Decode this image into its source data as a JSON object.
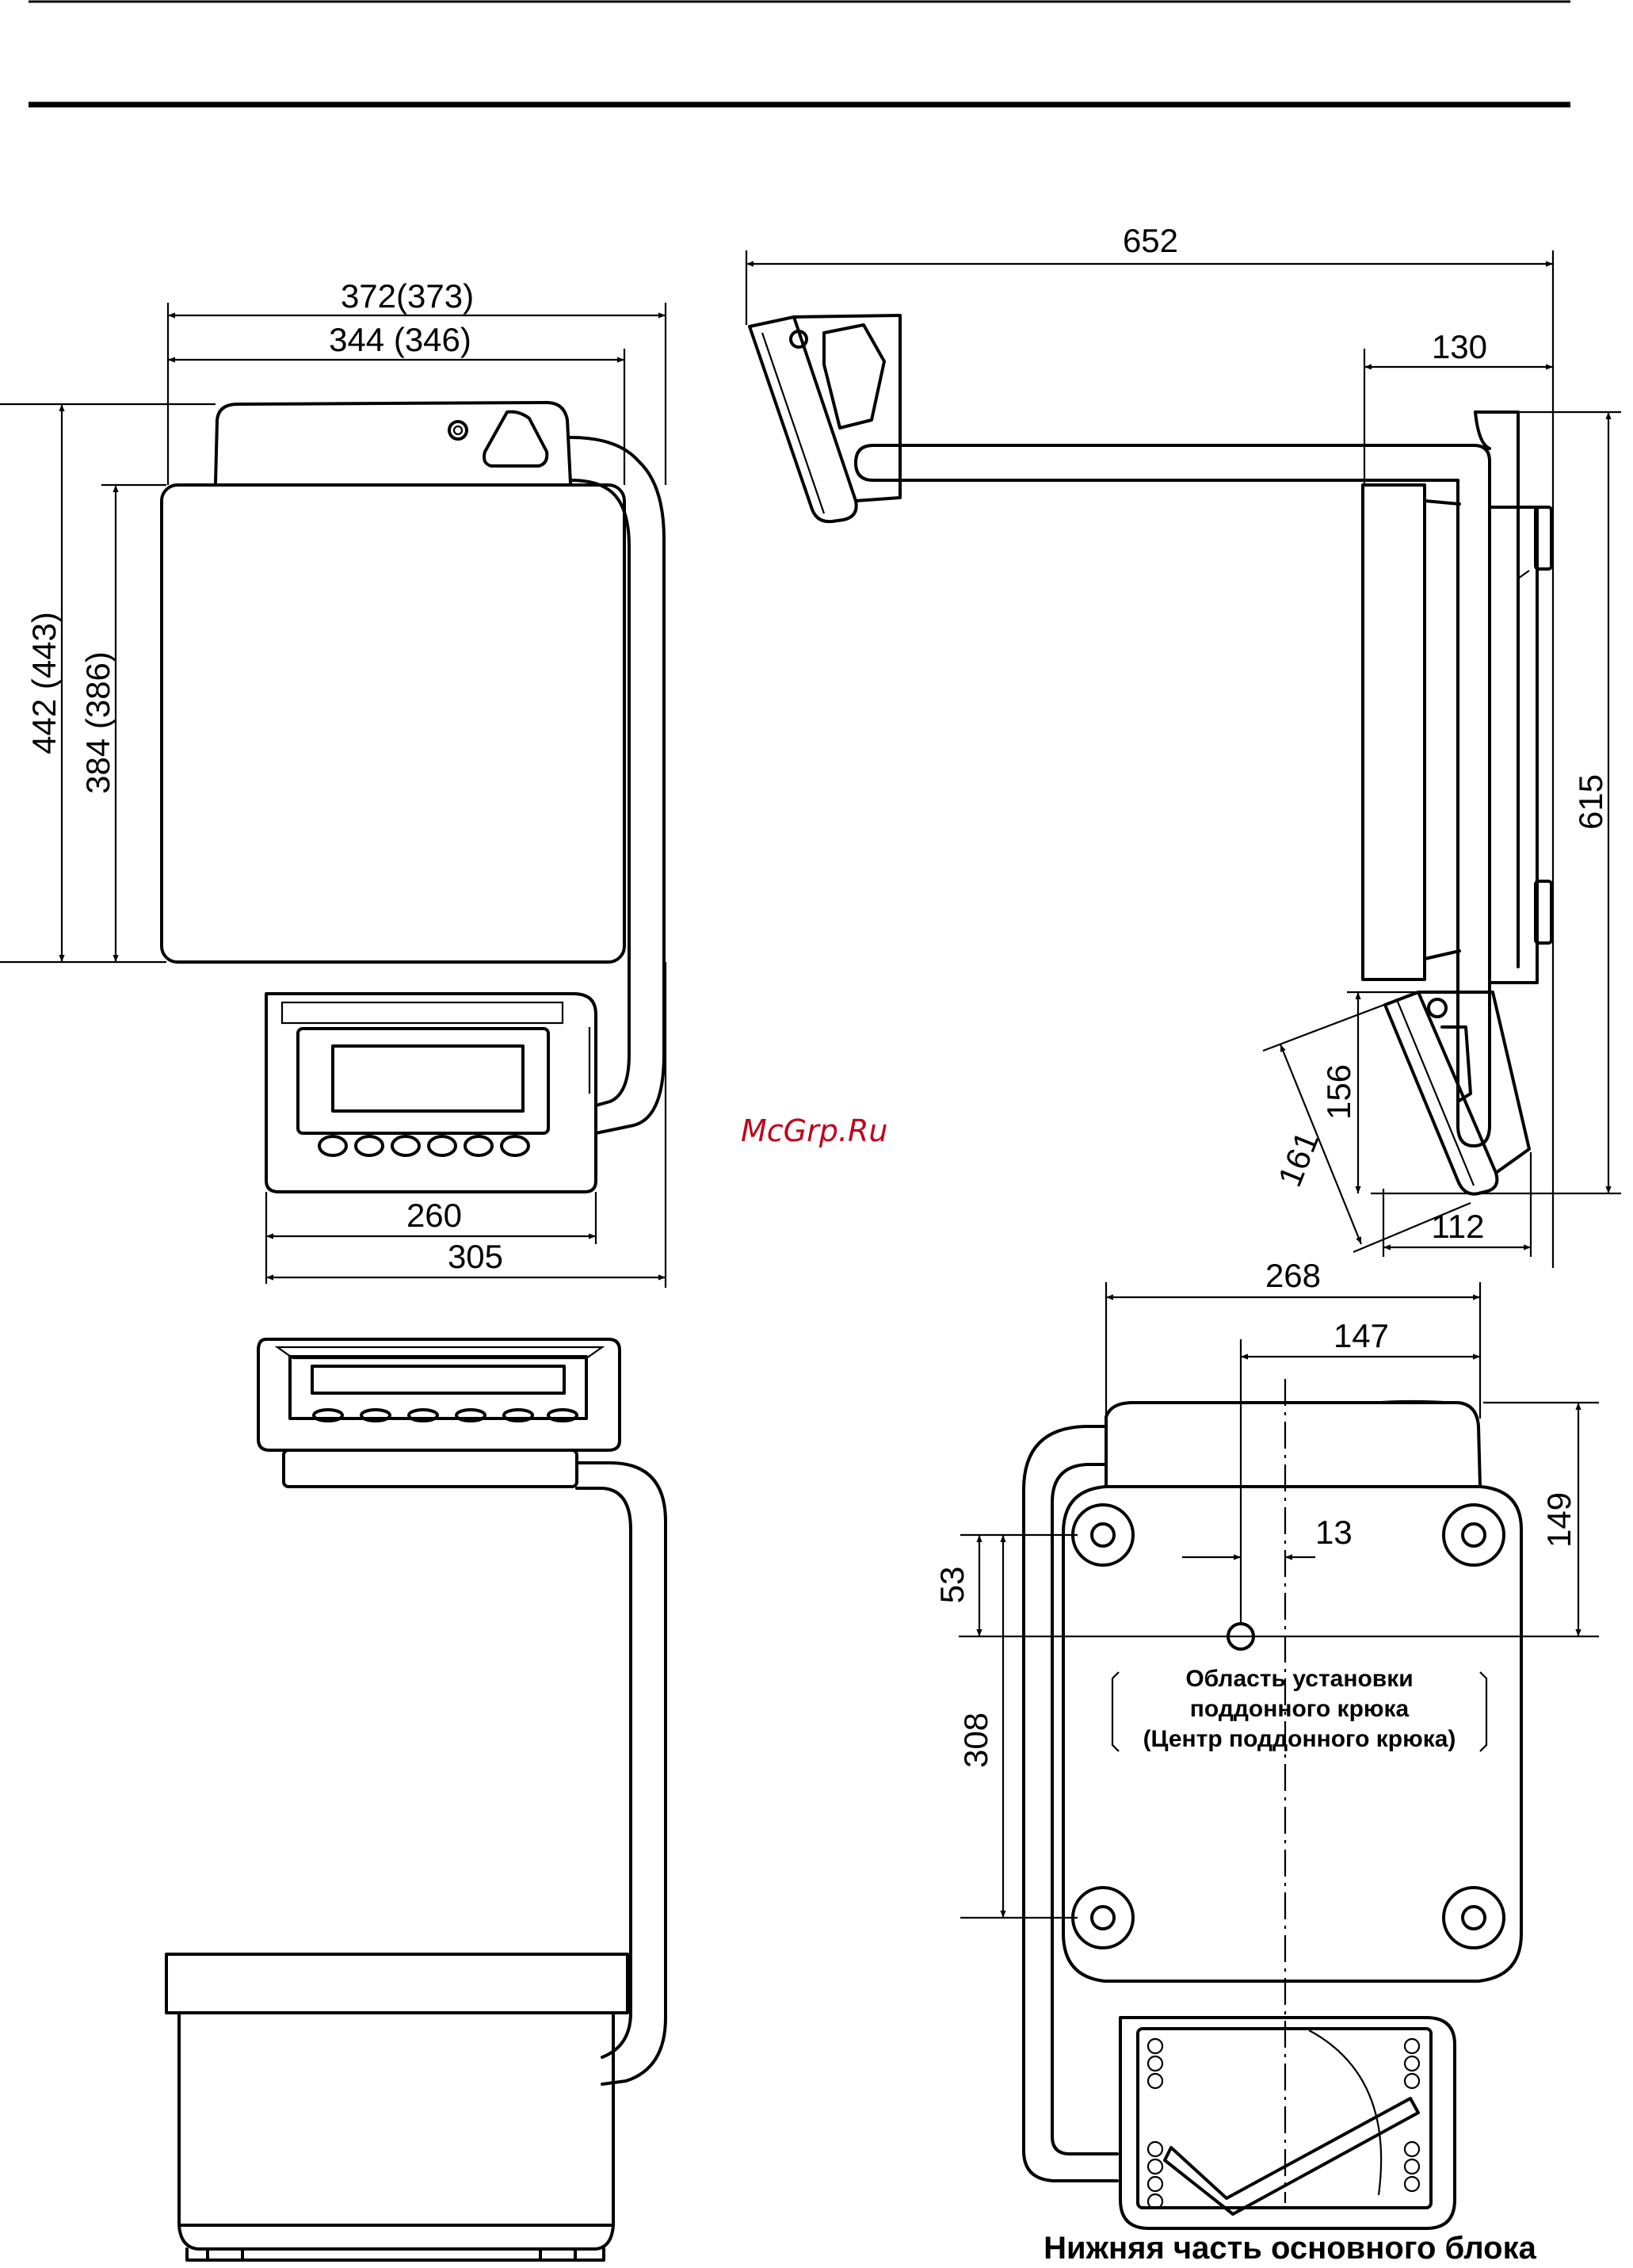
{
  "colors": {
    "line": "#000000",
    "watermark": "#c2001a",
    "background": "#ffffff"
  },
  "watermark": "McGrp.Ru",
  "dimensions": {
    "width_372": "372(373)",
    "width_344": "344 (346)",
    "height_442": "442 (443)",
    "height_384": "384 (386)",
    "width_260": "260",
    "width_305": "305",
    "width_652": "652",
    "width_130": "130",
    "height_615": "615",
    "height_156": "156",
    "diag_161": "161",
    "width_112": "112",
    "width_268": "268",
    "width_147": "147",
    "offset_13": "13",
    "height_149": "149",
    "height_53": "53",
    "height_308": "308"
  },
  "hook_note": {
    "line1": "Область установки",
    "line2": "поддонного крюка",
    "line3": "(Центр поддонного крюка)"
  },
  "bottom_caption": "Нижняя часть основного блока"
}
